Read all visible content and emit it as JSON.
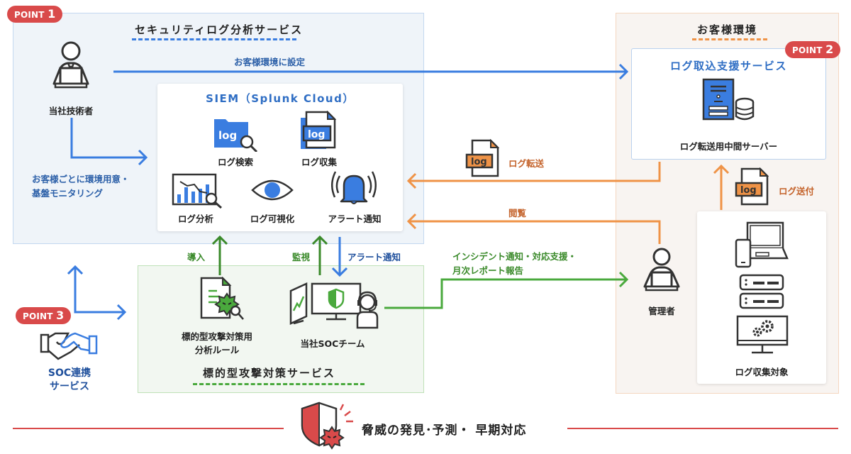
{
  "colors": {
    "blue": "#3a7de0",
    "orange": "#ef9347",
    "green": "#4aa93d",
    "red": "#d94a4a",
    "dark": "#333333"
  },
  "security_log_service": {
    "badge_prefix": "POINT",
    "badge_number": "1",
    "title": "セキュリティログ分析サービス",
    "engineer_label": "当社技術者",
    "arrow_setup_label": "お客様環境に設定",
    "env_monitoring_label_line1": "お客様ごとに環境用意・",
    "env_monitoring_label_line2": "基盤モニタリング",
    "siem": {
      "title": "SIEM（Splunk Cloud）",
      "features": [
        {
          "icon": "log-search-icon",
          "label": "ログ検索"
        },
        {
          "icon": "log-collect-icon",
          "label": "ログ収集"
        },
        {
          "icon": "log-analysis-icon",
          "label": "ログ分析"
        },
        {
          "icon": "eye-icon",
          "label": "ログ可視化"
        },
        {
          "icon": "bell-icon",
          "label": "アラート通知"
        }
      ],
      "log_text": "log"
    }
  },
  "customer_env": {
    "title": "お客様環境",
    "log_import": {
      "badge_prefix": "POINT",
      "badge_number": "2",
      "title": "ログ取込支援サービス",
      "server_label": "ログ転送用中間サーバー"
    },
    "log_send_label": "ログ送付",
    "admin_label": "管理者",
    "targets_label": "ログ収集対象"
  },
  "flows": {
    "log_transfer_label": "ログ転送",
    "view_label": "閲覧",
    "introduce_label": "導入",
    "monitor_label": "監視",
    "alert_label": "アラート通知",
    "incident_label_line1": "インシデント通知・対応支援・",
    "incident_label_line2": "月次レポート報告"
  },
  "targeted_attack_service": {
    "title": "標的型攻撃対策サービス",
    "rules_label_line1": "標的型攻撃対策用",
    "rules_label_line2": "分析ルール",
    "soc_label": "当社SOCチーム"
  },
  "soc_partnership": {
    "badge_prefix": "POINT",
    "badge_number": "3",
    "label_line1": "SOC連携",
    "label_line2": "サービス"
  },
  "footer": {
    "text": "脅威の発見･予測・ 早期対応"
  }
}
